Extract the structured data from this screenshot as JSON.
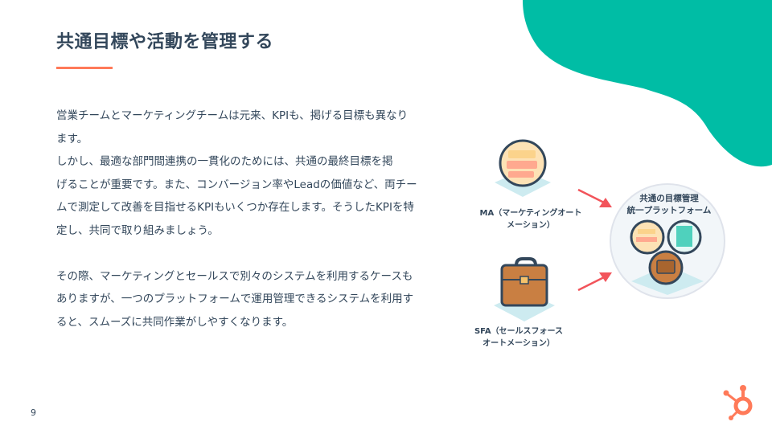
{
  "slide": {
    "title": "共通目標や活動を管理する",
    "page_number": "9",
    "accent_color": "#ff7a59",
    "teal_color": "#00bda5"
  },
  "body": {
    "lines": [
      "営業チームとマーケティングチームは元来、KPIも、掲げる目標も異なり",
      "ます。",
      "しかし、最適な部門間連携の一貫化のためには、共通の最終目標を掲",
      "げることが重要です。また、コンバージョン率やLeadの価値など、両チー",
      "ムで測定して改善を目指せるKPIもいくつか存在します。そうしたKPIを特",
      "定し、共同で取り組みましょう。",
      "その際、マーケティングとセールスで別々のシステムを利用するケースも",
      "ありますが、一つのプラットフォームで運用管理できるシステムを利用す",
      "ると、スムーズに共同作業がしやすくなります。"
    ]
  },
  "diagram": {
    "ma_label": [
      "MA（マーケティングオート",
      "メーション）"
    ],
    "sfa_label": [
      "SFA（セールスフォース",
      "オートメーション）"
    ],
    "hub_label": [
      "共通の目標管理",
      "統一プラットフォーム"
    ]
  }
}
